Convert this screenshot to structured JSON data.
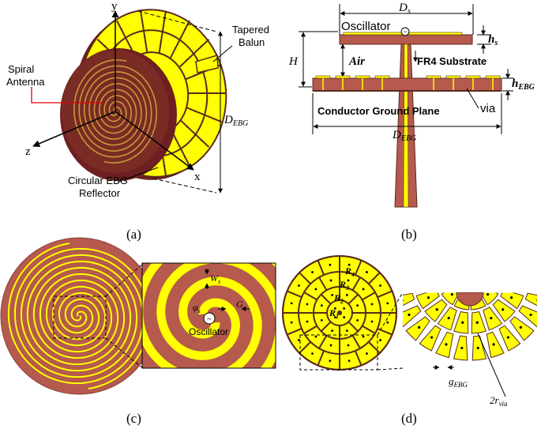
{
  "panels": {
    "a": {
      "caption": "(a)",
      "axis_y": "y",
      "axis_z": "z",
      "axis_x": "x",
      "label_tapered_line1": "Tapered",
      "label_tapered_line2": "Balun",
      "label_spiral_line1": "Spiral",
      "label_spiral_line2": "Antenna",
      "label_dimension": "D",
      "label_dimension_sub": "EBG",
      "label_reflector_line1": "Circular EBG",
      "label_reflector_line2": "Reflector"
    },
    "b": {
      "caption": "(b)",
      "label_ds": "D",
      "label_ds_sub": "s",
      "label_oscillator": "Oscillator",
      "label_hs": "h",
      "label_hs_sub": "s",
      "label_h": "H",
      "label_air": "Air",
      "label_fr4": "FR4 Substrate",
      "label_hebg": "h",
      "label_hebg_sub": "EBG",
      "label_ground": "Conductor Ground Plane",
      "label_via": "via",
      "label_debg": "D",
      "label_debg_sub": "EBG"
    },
    "c": {
      "caption": "(c)",
      "label_ws": "W",
      "label_ws_sub": "s",
      "label_phis": "φ",
      "label_phis_sub": "s",
      "label_gs": "G",
      "label_gs_sub": "s",
      "label_oscillator": "Oscillator"
    },
    "d": {
      "caption": "(d)",
      "label_r1": "R",
      "label_r1_sub": "1",
      "label_r2": "R",
      "label_r2_sub": "2",
      "label_r3": "R",
      "label_r3_sub": "3",
      "label_r4": "R",
      "label_r4_sub": "4",
      "label_rvia": "2r",
      "label_rvia_sub": "via",
      "label_gebg": "g",
      "label_gebg_sub": "EBG"
    }
  },
  "colors": {
    "conductor": "#FFFF00",
    "substrate": "#B55A4D",
    "dark_substrate": "#6E1F1F",
    "edge": "#5A2A20"
  }
}
